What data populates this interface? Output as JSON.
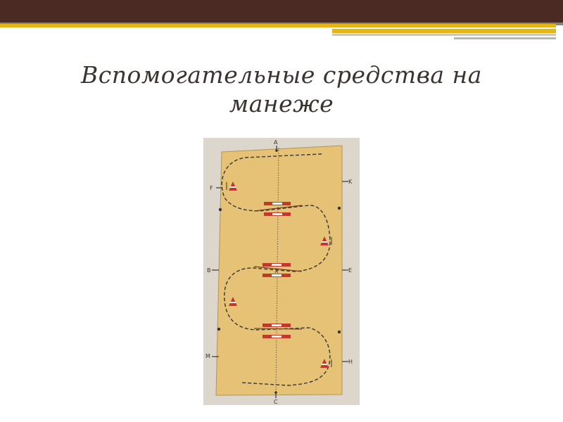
{
  "slide": {
    "title": "Вспомогательные средства на манеже"
  },
  "diagram": {
    "markers": {
      "top": "A",
      "bottom": "C",
      "left_upper": "F",
      "left_middle": "B",
      "left_lower": "M",
      "right_upper": "K",
      "right_middle": "E",
      "right_lower": "H",
      "center": "X"
    },
    "colors": {
      "arena": "#e6c277",
      "frame": "#d9d2c8",
      "poles": "#c0392b",
      "track": "#3a3530"
    }
  }
}
